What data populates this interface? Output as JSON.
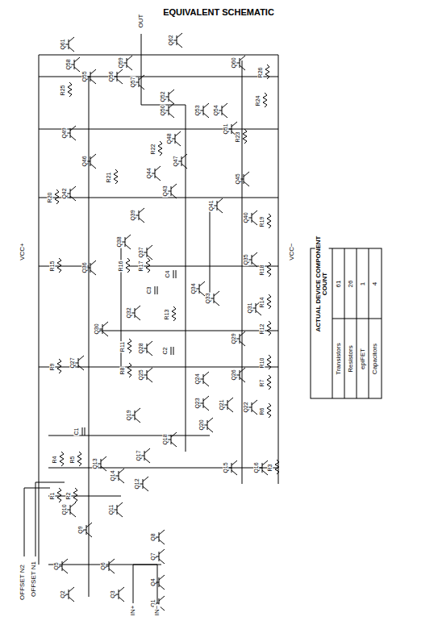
{
  "diagram": {
    "title": "EQUIVALENT SCHEMATIC",
    "labels": [
      "Q1",
      "Q2",
      "Q3",
      "Q4",
      "Q5",
      "Q6",
      "Q7",
      "Q8",
      "Q9",
      "Q10",
      "Q11",
      "Q12",
      "Q13",
      "Q14",
      "Q15",
      "Q16",
      "Q17",
      "Q18",
      "Q19",
      "Q20",
      "Q21",
      "Q22",
      "Q23",
      "Q24",
      "Q25",
      "Q26",
      "Q27",
      "Q28",
      "Q29",
      "Q30",
      "Q31",
      "Q32",
      "Q33",
      "Q34",
      "Q35",
      "Q36",
      "Q37",
      "Q38",
      "Q39",
      "Q40",
      "Q41",
      "Q42",
      "Q43",
      "Q44",
      "Q45",
      "Q46",
      "Q47",
      "Q48",
      "Q49",
      "Q50",
      "Q51",
      "Q52",
      "Q53",
      "Q54",
      "Q55",
      "Q56",
      "Q57",
      "Q58",
      "Q59",
      "Q60",
      "Q61",
      "Q62",
      "R1",
      "R2",
      "R3",
      "R4",
      "R5",
      "R6",
      "R7",
      "R8",
      "R9",
      "R10",
      "R11",
      "R12",
      "R13",
      "R14",
      "R15",
      "R16",
      "R17",
      "R18",
      "R19",
      "R20",
      "R21",
      "R22",
      "R23",
      "R24",
      "R25",
      "R26",
      "C1",
      "C2",
      "C3",
      "C4",
      "OFFSET N2",
      "OFFSET N1",
      "OUT",
      "VCC+",
      "VCC−",
      "IN+",
      "IN−",
      "ACTUAL DEVICE COMPONENT COUNT",
      "Transistors",
      "61",
      "Resistors",
      "26",
      "epiFET",
      "1",
      "Capacitors",
      "4"
    ]
  }
}
